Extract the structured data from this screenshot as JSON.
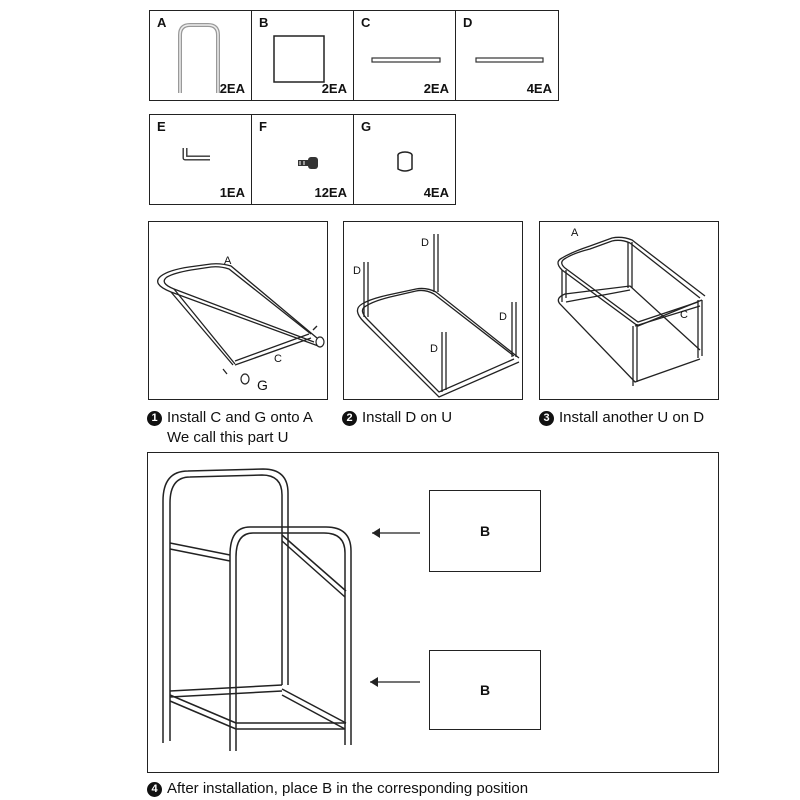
{
  "parts": [
    {
      "id": "A",
      "qty": "2EA",
      "icon": "u-frame-icon"
    },
    {
      "id": "B",
      "qty": "2EA",
      "icon": "square-panel-icon"
    },
    {
      "id": "C",
      "qty": "2EA",
      "icon": "long-bar-icon"
    },
    {
      "id": "D",
      "qty": "4EA",
      "icon": "bar-icon"
    },
    {
      "id": "E",
      "qty": "1EA",
      "icon": "allen-key-icon"
    },
    {
      "id": "F",
      "qty": "12EA",
      "icon": "screw-icon"
    },
    {
      "id": "G",
      "qty": "4EA",
      "icon": "foot-cap-icon"
    }
  ],
  "steps": [
    {
      "number": "1",
      "text": "Install C and G onto A",
      "subtext": "We call this part U",
      "labels": {
        "a": "A",
        "c": "C",
        "g": "G"
      }
    },
    {
      "number": "2",
      "text": "Install D on U",
      "labels": {
        "d": "D"
      }
    },
    {
      "number": "3",
      "text": "Install another U on D",
      "labels": {
        "a": "A",
        "c": "C"
      }
    },
    {
      "number": "4",
      "text": "After installation, place B in the corresponding position",
      "labels": {
        "b_top": "B",
        "b_bottom": "B"
      }
    }
  ]
}
